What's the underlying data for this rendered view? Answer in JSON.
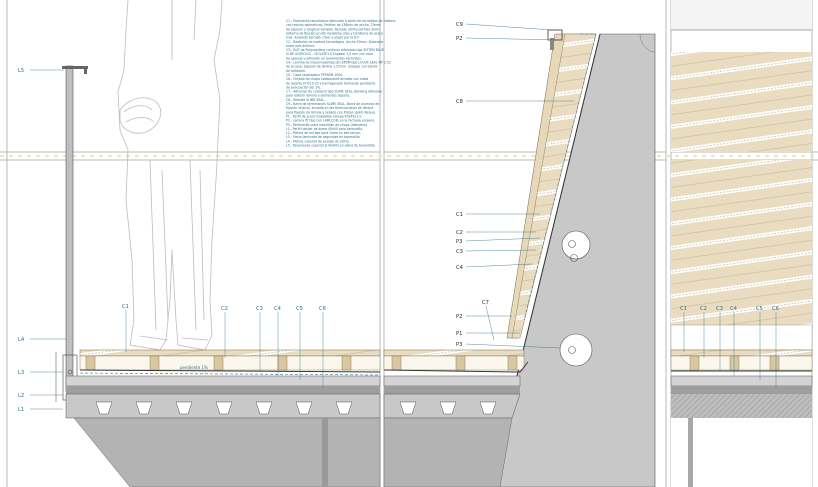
{
  "drawing": {
    "floor_labels": {
      "c1": "C1",
      "c2": "C2",
      "c3": "C3",
      "c4": "C4",
      "c5": "C5",
      "c6": "C6",
      "l1": "L1",
      "l2": "L2",
      "l3": "L3",
      "l4": "L4",
      "l5": "L5",
      "slope": "pendiente 1%"
    },
    "facade_labels": {
      "c9": "C9",
      "p2_top": "P2",
      "c8": "C8",
      "c1": "C1",
      "c2": "C2",
      "p3_top": "P3",
      "c3": "C3",
      "c4": "C4",
      "p2_bottom": "P2",
      "c7": "C7",
      "p1": "P1",
      "p3_bottom": "P3"
    },
    "right_labels": {
      "c1": "C1",
      "c2": "C2",
      "c3": "C3",
      "c4": "C4",
      "c5": "C5",
      "c6": "C6"
    },
    "legend_lines": [
      "C1.- Pavimento tecnológico fabricado a partir de reciclados de madera",
      "con resinas poliméricas. Perfiles de 138mm de ancho, 23mm",
      "de espesor y longitud variable. Remate último perfiles 3mm.",
      "Sistema de fijación oculto mediante clips y tornillería de acero",
      "inox. Acabado serrado. Color a elegir por la D.F.",
      "C2.- Rastreles de madera tecnológica. Ancho 50mm. Distancia",
      "entre ejes 400mm.",
      "C3.- PoIT de Polipropileno continuo reforzado tipo SISTEM BLUE",
      "SI DE ACERO/G2 - ISOLATE1.0 Espesor 1,5 mm con clips",
      "de aparejo y adhesión en paramentos verticales.",
      "C4.- Lámina de impermeabilización EPDM tipo LOUVE SEAL MP 1.52",
      "de la casa. Espesor de lámina 1.52mm. Solapes con banda",
      "de adhesión.",
      "C5.- Capa separadora TERRAM 1000.",
      "C6.- Forjado de chapa colaborante armado con malla",
      "de reparto Ø 4/15-20 y hormigonado formando pendiente",
      "de evacuación del 1%.",
      "C7.- Adhesivo de contacto tipo SLIME SEAL. Bonding Adhesive",
      "para adherir lámina a elementos soporte.",
      "C8.- Remate SLIME SEAL.",
      "C9.- Barra de terminación SLIME SEAL. Barra de aluminio de",
      "fijación vertical, anclada en las terminaciones de lámina",
      "para fijación de lámina y sellado con Pretan (sold) Reseal.",
      "P1.- Perfil de acero inoxidable omega 45x45x1.5.",
      "P2.- Lámina fit tipo con LAMLCOB, en la fachada al plano.",
      "P3.- Perforación para impulsión de chapa (diámetro).",
      "L1.- Perfil tubular de acero 40x40 para barandilla.",
      "L2.- Pletina de anclaje para vidrio en estructura.",
      "L3.- Vidrio laminado de seguridad en barandilla.",
      "L4.- Pletina superior de anclaje de vidrio.",
      "L5.- Pasamanos superior (L40x40) en plano de barandilla."
    ]
  }
}
